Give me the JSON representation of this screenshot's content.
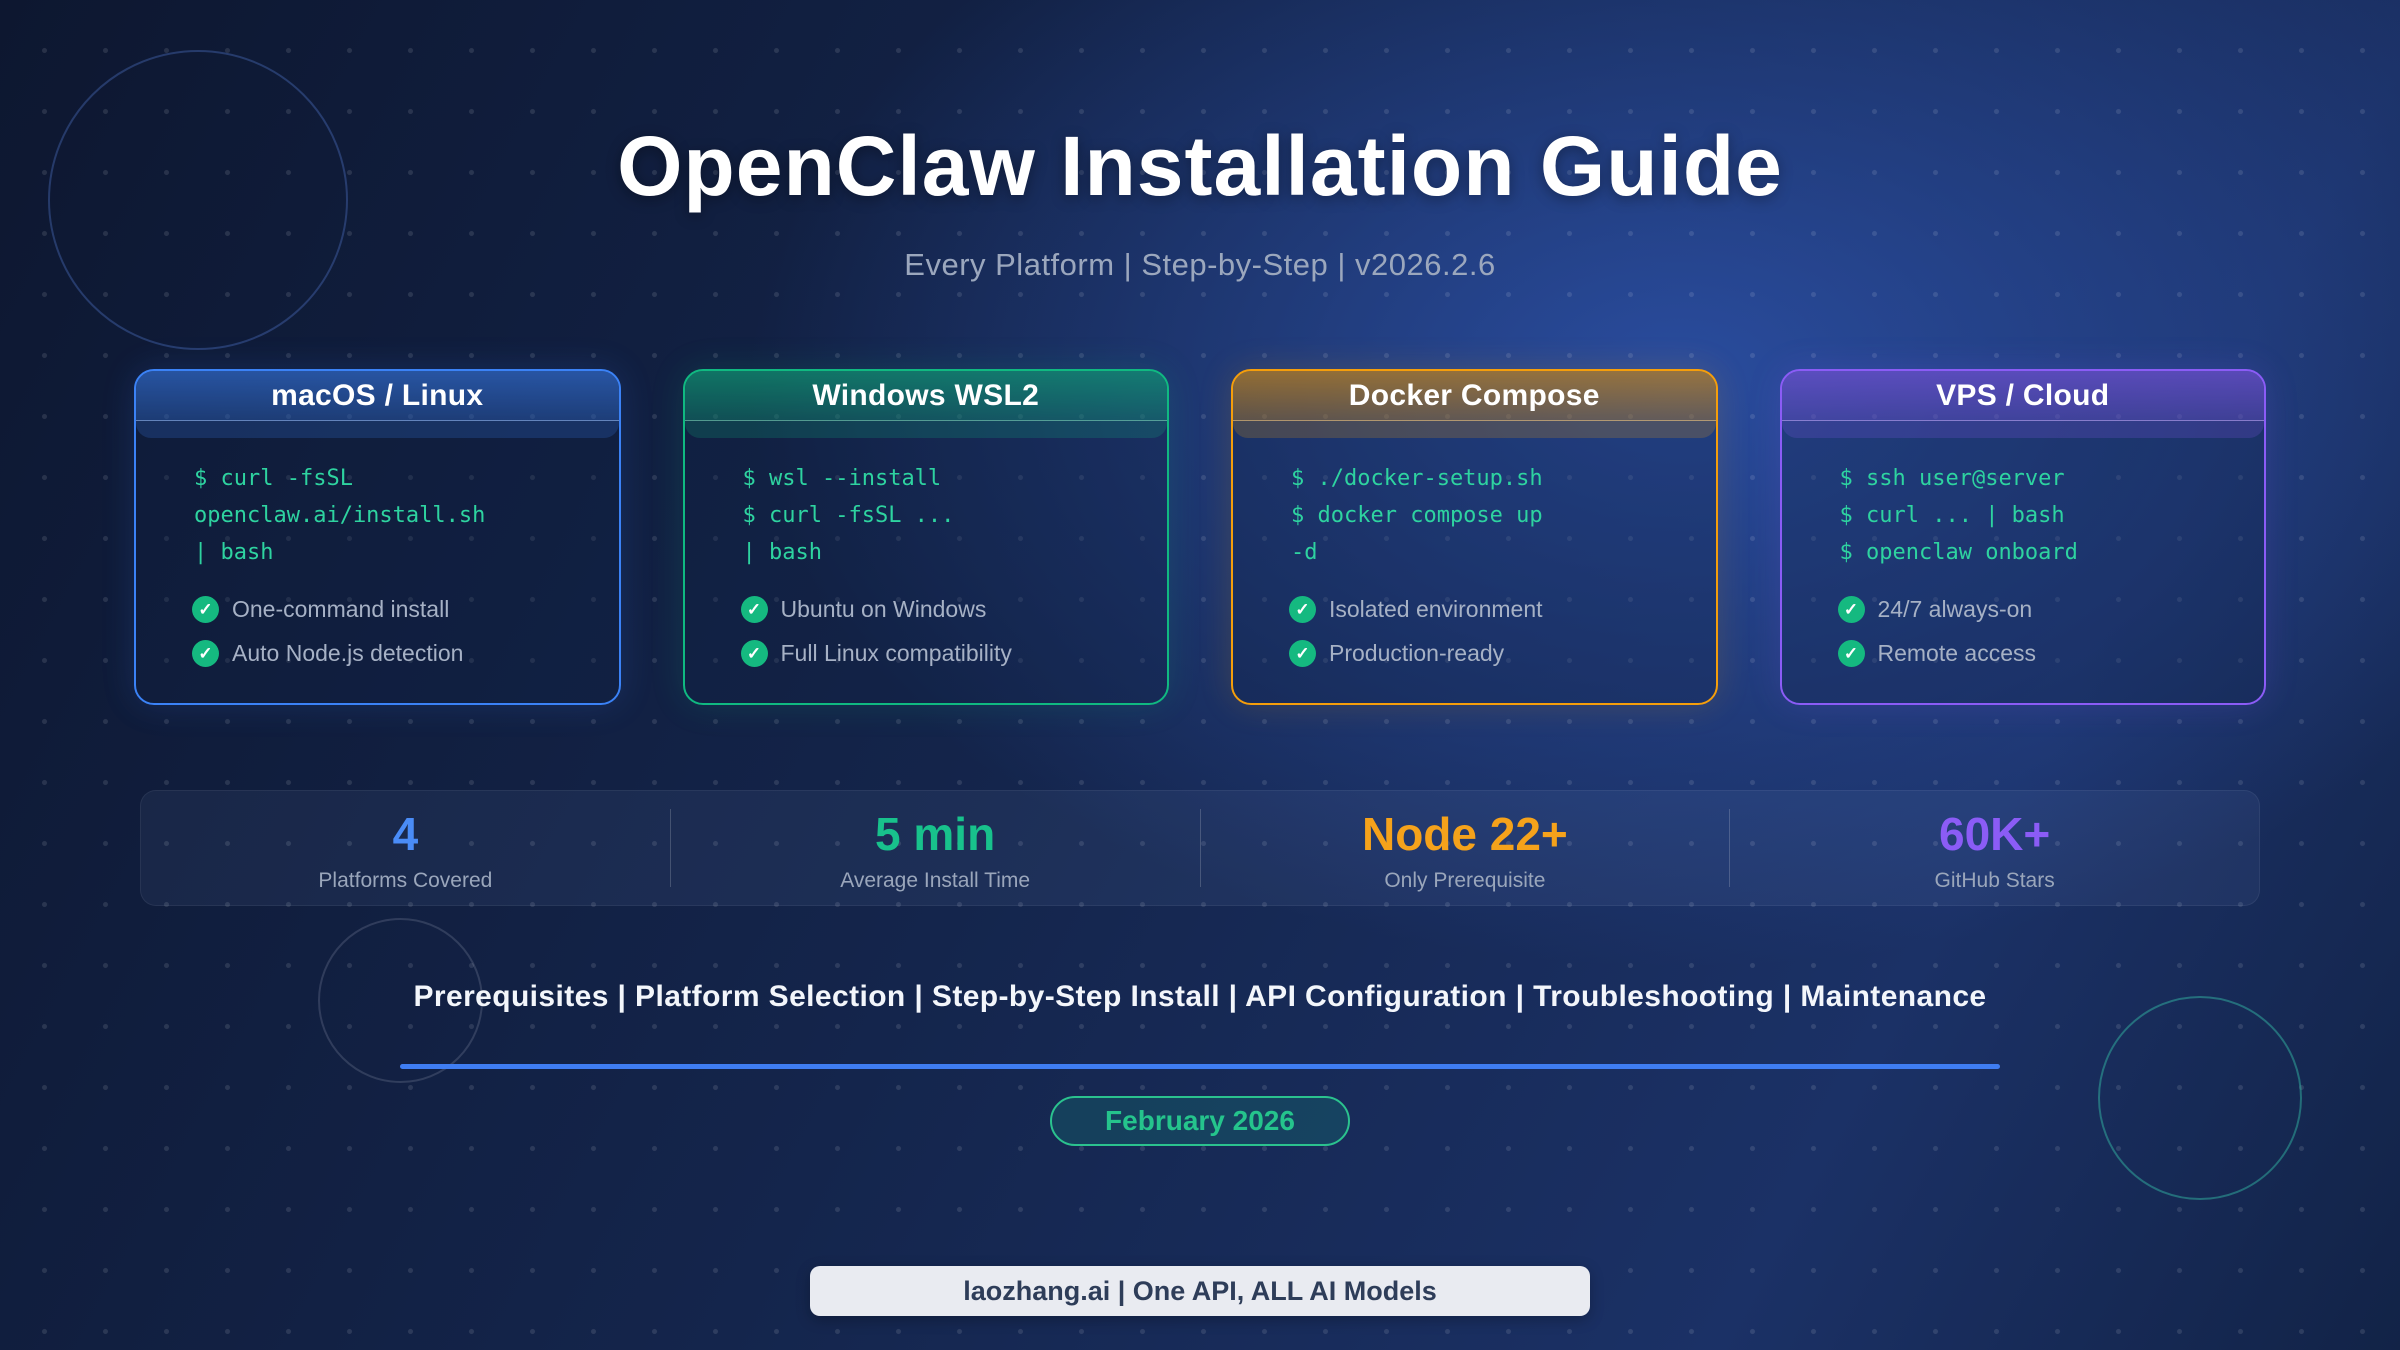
{
  "page": {
    "title": "OpenClaw Installation Guide",
    "subtitle": "Every Platform | Step-by-Step | v2026.2.6"
  },
  "cards": [
    {
      "title": "macOS / Linux",
      "accent": "#3b82f6",
      "code_lines": [
        "$ curl -fsSL",
        "openclaw.ai/install.sh",
        "| bash"
      ],
      "features": [
        "One-command install",
        "Auto Node.js detection"
      ]
    },
    {
      "title": "Windows WSL2",
      "accent": "#10b981",
      "code_lines": [
        "$ wsl --install",
        "$ curl -fsSL ...",
        "| bash"
      ],
      "features": [
        "Ubuntu on Windows",
        "Full Linux compatibility"
      ]
    },
    {
      "title": "Docker Compose",
      "accent": "#f59e0b",
      "code_lines": [
        "$ ./docker-setup.sh",
        "$ docker compose up",
        "-d"
      ],
      "features": [
        "Isolated environment",
        "Production-ready"
      ]
    },
    {
      "title": "VPS / Cloud",
      "accent": "#8b5cf6",
      "code_lines": [
        "$ ssh user@server",
        "$ curl ... | bash",
        "$ openclaw onboard"
      ],
      "features": [
        "24/7 always-on",
        "Remote access"
      ]
    }
  ],
  "stats": [
    {
      "value": "4",
      "label": "Platforms Covered",
      "color": "#4a8cf7"
    },
    {
      "value": "5 min",
      "label": "Average Install Time",
      "color": "#18c28c"
    },
    {
      "value": "Node 22+",
      "label": "Only Prerequisite",
      "color": "#f5a21b"
    },
    {
      "value": "60K+",
      "label": "GitHub Stars",
      "color": "#8b5cf6"
    }
  ],
  "toc": {
    "text": "Prerequisites | Platform Selection | Step-by-Step Install | API Configuration | Troubleshooting | Maintenance"
  },
  "date_badge": {
    "label": "February 2026"
  },
  "footer": {
    "label": "laozhang.ai | One API, ALL AI Models"
  },
  "icons": {
    "check": "✓"
  },
  "colors": {
    "code_green": "#2ed3a0",
    "check_green": "#15b980",
    "divider_blue": "#3f7df2",
    "pill_green": "#25c48c",
    "footer_bg": "#e9ebf1",
    "footer_text": "#2e3d59",
    "background_navy": "#14254c"
  }
}
